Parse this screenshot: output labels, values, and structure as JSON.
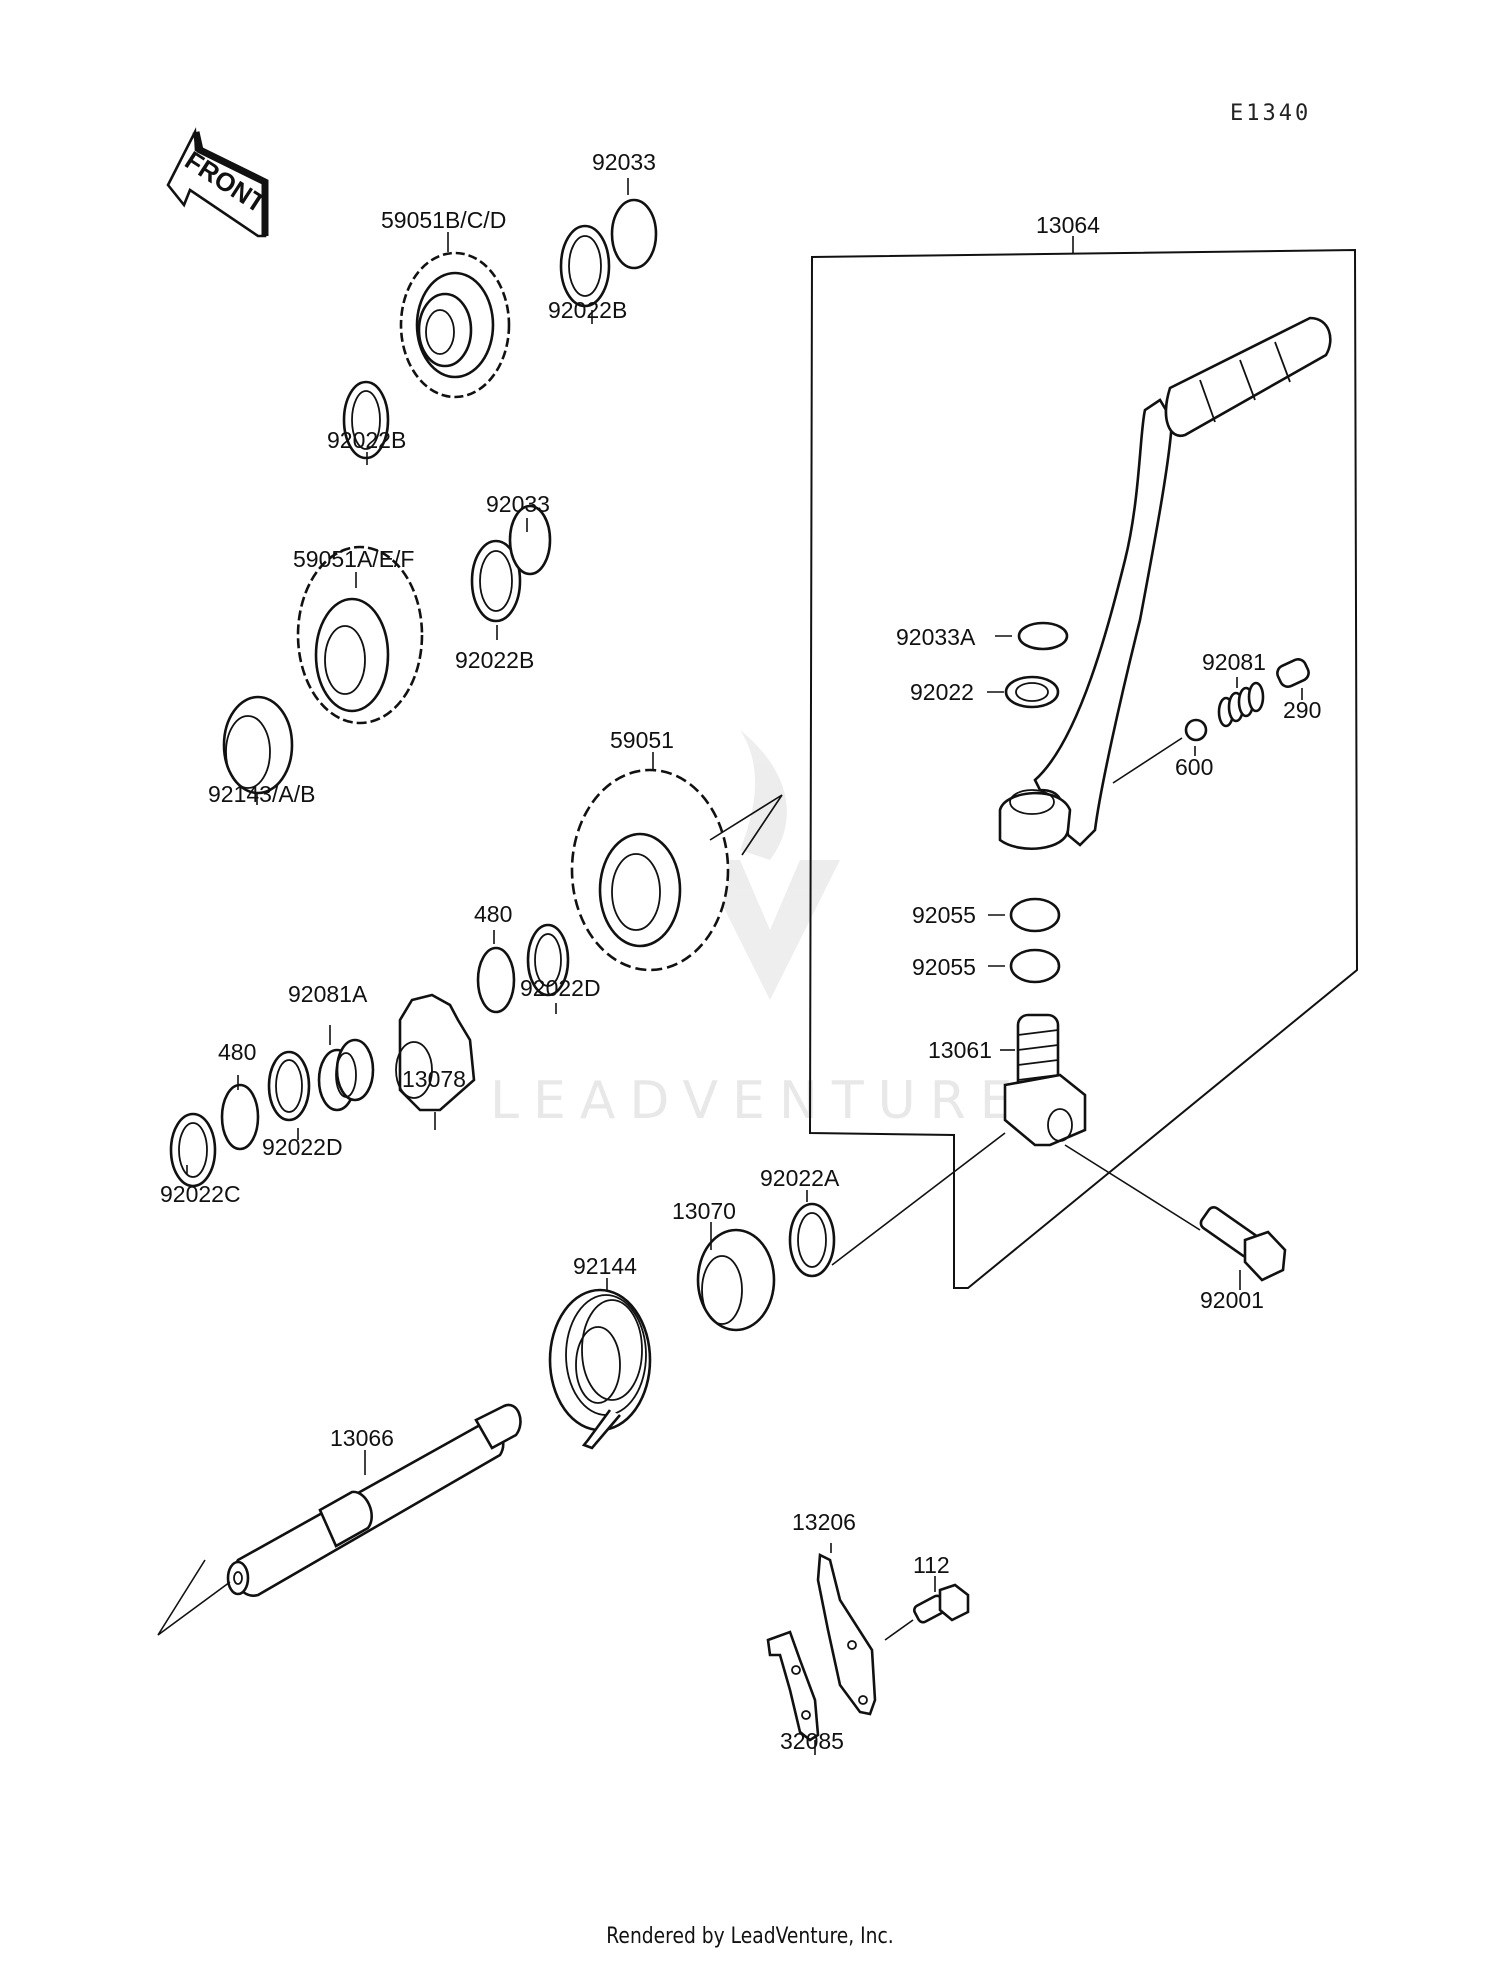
{
  "diagram": {
    "reference_code": "E1340",
    "front_indicator": "FRONT",
    "watermark": "LEADVENTURE",
    "parts": [
      {
        "id": "92033",
        "label": "92033"
      },
      {
        "id": "59051bcd",
        "label": "59051B/C/D"
      },
      {
        "id": "92022b-1",
        "label": "92022B"
      },
      {
        "id": "92022b-2",
        "label": "92022B"
      },
      {
        "id": "13064",
        "label": "13064"
      },
      {
        "id": "92033-2",
        "label": "92033"
      },
      {
        "id": "59051aef",
        "label": "59051A/E/F"
      },
      {
        "id": "92022b-3",
        "label": "92022B"
      },
      {
        "id": "92143ab",
        "label": "92143/A/B"
      },
      {
        "id": "59051",
        "label": "59051"
      },
      {
        "id": "92033a",
        "label": "92033A"
      },
      {
        "id": "92022",
        "label": "92022"
      },
      {
        "id": "92081",
        "label": "92081"
      },
      {
        "id": "290",
        "label": "290"
      },
      {
        "id": "600",
        "label": "600"
      },
      {
        "id": "92055-1",
        "label": "92055"
      },
      {
        "id": "92055-2",
        "label": "92055"
      },
      {
        "id": "13061",
        "label": "13061"
      },
      {
        "id": "480-1",
        "label": "480"
      },
      {
        "id": "92022d-1",
        "label": "92022D"
      },
      {
        "id": "92081a",
        "label": "92081A"
      },
      {
        "id": "13078",
        "label": "13078"
      },
      {
        "id": "480-2",
        "label": "480"
      },
      {
        "id": "92022d-2",
        "label": "92022D"
      },
      {
        "id": "92022c",
        "label": "92022C"
      },
      {
        "id": "92022a",
        "label": "92022A"
      },
      {
        "id": "13070",
        "label": "13070"
      },
      {
        "id": "92144",
        "label": "92144"
      },
      {
        "id": "92001",
        "label": "92001"
      },
      {
        "id": "13066",
        "label": "13066"
      },
      {
        "id": "13206",
        "label": "13206"
      },
      {
        "id": "112",
        "label": "112"
      },
      {
        "id": "32085",
        "label": "32085"
      }
    ]
  },
  "footer": {
    "text": "Rendered by LeadVenture, Inc."
  }
}
